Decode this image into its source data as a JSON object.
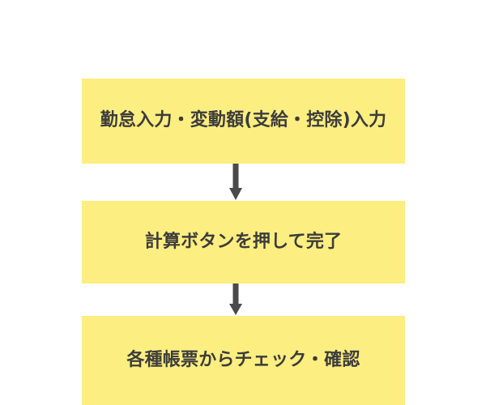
{
  "diagram": {
    "type": "vertical-flowchart",
    "background_color": "#ffffff",
    "box_color": "#fcee80",
    "text_color": "#3c3c3c",
    "arrow_color": "#4a4a4a",
    "steps": [
      {
        "id": "step-1",
        "label": "勤怠入力・変動額(支給・控除)入力"
      },
      {
        "id": "step-2",
        "label": "計算ボタンを押して完了"
      },
      {
        "id": "step-3",
        "label": "各種帳票からチェック・確認"
      }
    ],
    "connectors": [
      {
        "id": "arrow-1",
        "from": "step-1",
        "to": "step-2",
        "direction": "down"
      },
      {
        "id": "arrow-2",
        "from": "step-2",
        "to": "step-3",
        "direction": "down"
      }
    ]
  }
}
